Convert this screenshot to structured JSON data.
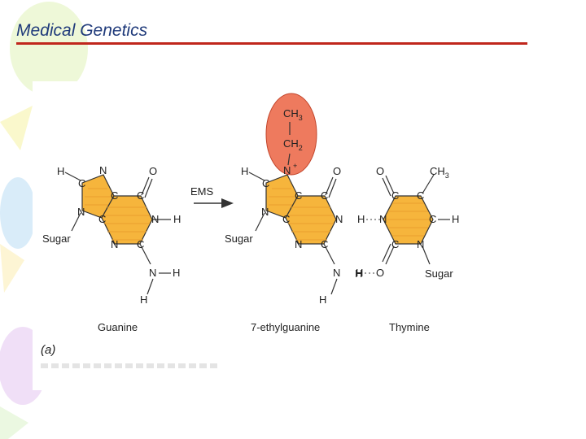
{
  "slide": {
    "title": "Medical Genetics",
    "colors": {
      "title": "#1f3a7a",
      "rule": "#c0261c",
      "ring_fill": "#f6b53c",
      "ethyl_highlight": "#ee7a5e"
    }
  },
  "figure": {
    "panel_label": "(a)",
    "reaction_label": "EMS",
    "molecules": {
      "guanine": {
        "name": "Guanine",
        "atoms": [
          "H",
          "C",
          "N",
          "C",
          "N",
          "C",
          "C",
          "O",
          "N",
          "H",
          "C",
          "N",
          "N",
          "H",
          "H"
        ],
        "sugar": "Sugar"
      },
      "ethylguanine": {
        "name": "7-ethylguanine",
        "atoms": [
          "H",
          "C",
          "N",
          "C",
          "N",
          "C",
          "C",
          "O",
          "N",
          "H",
          "C",
          "N",
          "N",
          "H",
          "H"
        ],
        "charge": "+",
        "ethyl_group": {
          "ch3": "CH",
          "ch3_sub": "3",
          "ch2": "CH",
          "ch2_sub": "2"
        },
        "sugar": "Sugar"
      },
      "thymine": {
        "name": "Thymine",
        "atoms": [
          "O",
          "C",
          "C",
          "C",
          "N",
          "C",
          "N",
          "O",
          "H"
        ],
        "methyl": "CH",
        "methyl_sub": "3",
        "sugar": "Sugar"
      }
    },
    "hbond_labels": [
      "H",
      "H"
    ]
  }
}
